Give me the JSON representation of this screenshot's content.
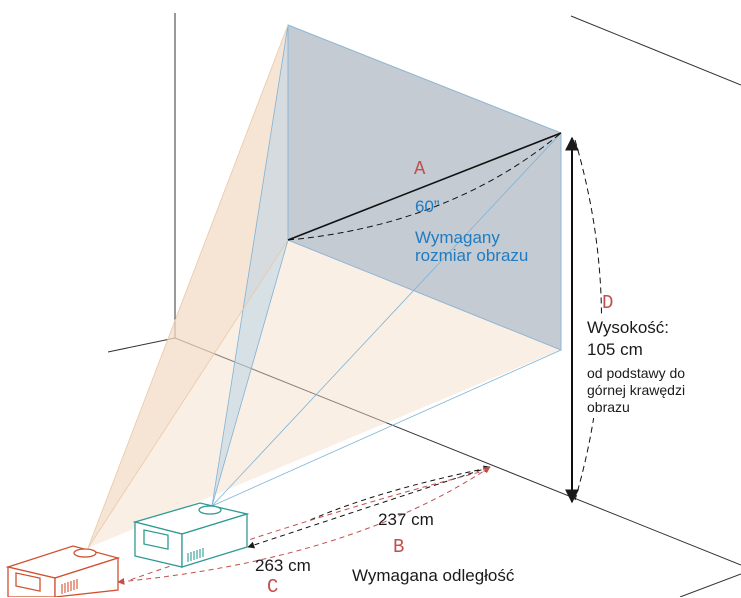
{
  "diagram": {
    "labels": {
      "a": "A",
      "b": "B",
      "c": "C",
      "d": "D"
    },
    "diagonal": {
      "size": "60”",
      "required_line1": "Wymagany",
      "required_line2": "rozmiar obrazu"
    },
    "height": {
      "title": "Wysokość:",
      "value": "105 cm",
      "note_line1": "od podstawy do",
      "note_line2": "górnej krawędzi",
      "note_line3": "obrazu"
    },
    "distance_near": "237 cm",
    "distance_far": "263 cm",
    "distance_caption": "Wymagana odległość"
  },
  "colors": {
    "screen_fill": "#c4cbd3",
    "beam_near": "#b9d3e6",
    "beam_far": "#f3dcc6",
    "projector_near": "#2f9a93",
    "projector_far": "#d0512f",
    "accent_red": "#c0504d",
    "accent_blue": "#1f7cc2"
  }
}
